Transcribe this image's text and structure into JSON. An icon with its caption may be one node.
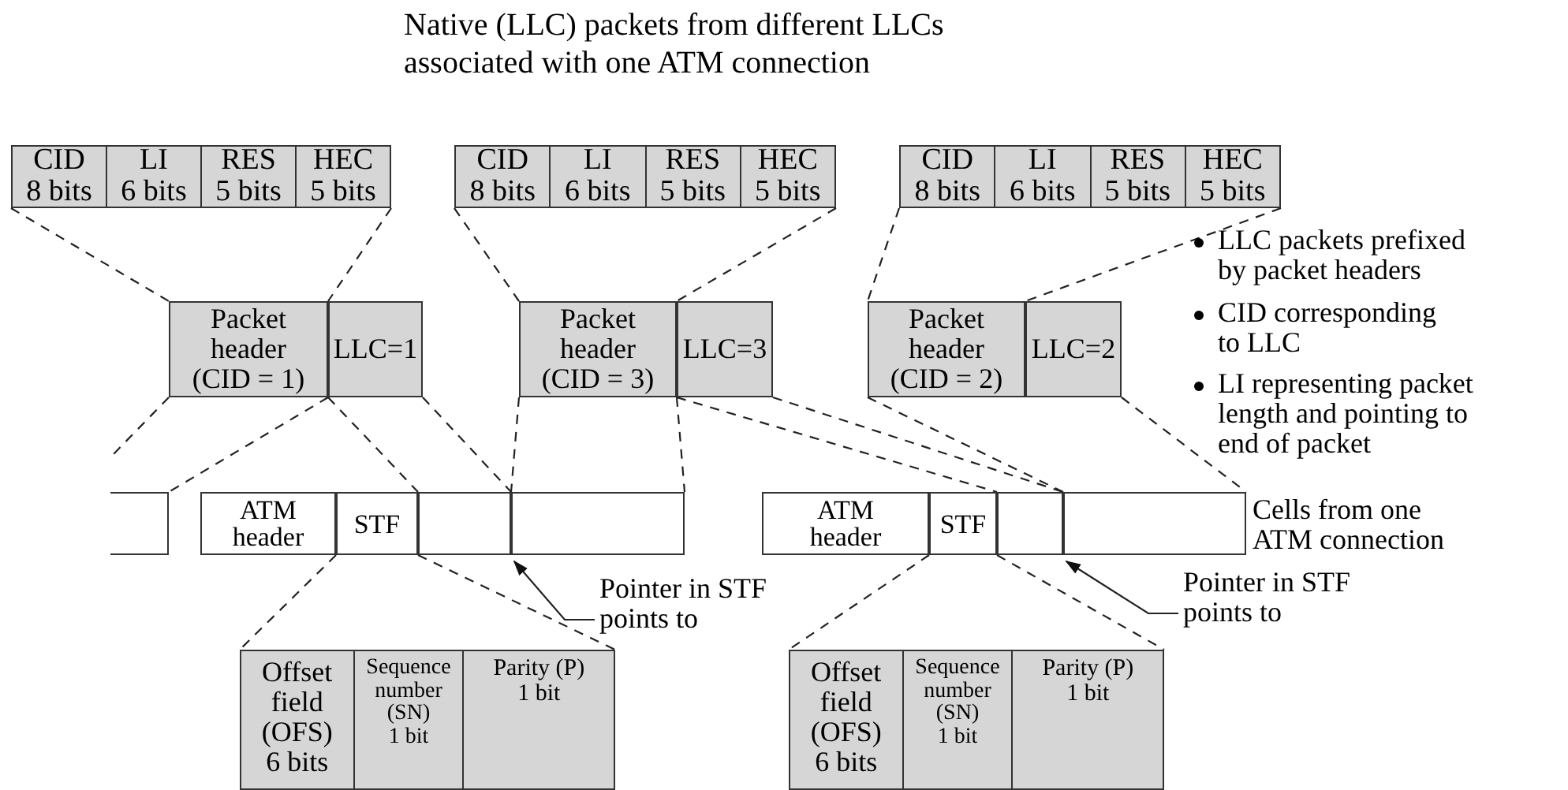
{
  "diagram": {
    "title": "Native (LLC) packets from different LLCs associated with one ATM connection",
    "nodes": [
      {
        "text": [],
        "shape": "box"
      },
      {
        "text": [
          "CID",
          "8 bits"
        ],
        "in": 0
      },
      {
        "text": [
          "LI",
          "6 bits"
        ],
        "in": 0
      },
      {
        "text": [
          "RES",
          "5 bits"
        ],
        "in": 0
      },
      {
        "text": [
          "HEC",
          "5 bits"
        ],
        "in": 0
      },
      {
        "text": [],
        "shape": "box"
      },
      {
        "text": [
          "CID",
          "8 bits"
        ],
        "in": 5
      },
      {
        "text": [
          "LI",
          "6 bits"
        ],
        "in": 5
      },
      {
        "text": [
          "RES",
          "5 bits"
        ],
        "in": 5
      },
      {
        "text": [
          "HEC",
          "5 bits"
        ],
        "in": 5
      },
      {
        "text": [],
        "shape": "box"
      },
      {
        "text": [
          "CID",
          "8 bits"
        ],
        "in": 10
      },
      {
        "text": [
          "LI",
          "6 bits"
        ],
        "in": 10
      },
      {
        "text": [
          "RES",
          "5 bits"
        ],
        "in": 10
      },
      {
        "text": [
          "HEC",
          "5 bits"
        ],
        "in": 10
      },
      {
        "text": [
          "Packet header (CID = 1)"
        ]
      },
      {
        "text": [
          "LLC=1"
        ]
      },
      {
        "text": [
          "Packet header (CID = 3)"
        ]
      },
      {
        "text": [
          "LLC=3"
        ]
      },
      {
        "text": [
          "Packet header (CID = 2)"
        ]
      },
      {
        "text": [
          "LLC=2"
        ]
      },
      {
        "text": [],
        "shape": "box"
      },
      {
        "text": [
          "ATM header"
        ]
      },
      {
        "text": [
          "STF"
        ]
      },
      {
        "text": [],
        "shape": "box"
      },
      {
        "text": [],
        "shape": "box"
      },
      {
        "text": [
          "ATM header"
        ]
      },
      {
        "text": [
          "STF"
        ]
      },
      {
        "text": [],
        "shape": "box"
      },
      {
        "text": [],
        "shape": "box",
        "beside": [
          "Cells from one ATM connection"
        ]
      },
      {
        "text": [
          "Pointer in STF points to"
        ]
      },
      {
        "text": [
          "Pointer in STF points to"
        ]
      },
      {
        "text": [],
        "shape": "box"
      },
      {
        "text": [
          "Offset field (OFS)",
          "6 bits"
        ],
        "in": 32
      },
      {
        "text": [
          "Sequence number (SN)",
          "1 bit"
        ],
        "in": 32
      },
      {
        "text": [
          "Parity (P)",
          "1 bit"
        ],
        "in": 32
      },
      {
        "text": [],
        "shape": "box"
      },
      {
        "text": [
          "Offset field (OFS)",
          "6 bits"
        ],
        "in": 36
      },
      {
        "text": [
          "Sequence number (SN)",
          "1 bit"
        ],
        "in": 36
      },
      {
        "text": [
          "Parity (P)",
          "1 bit"
        ],
        "in": 36
      }
    ],
    "edges": [
      {
        "from": 1,
        "to": 15,
        "arrow": "none",
        "style": "dashed"
      },
      {
        "from": 4,
        "to": 15,
        "arrow": "none",
        "style": "dashed"
      },
      {
        "from": 6,
        "to": 17,
        "arrow": "none",
        "style": "dashed"
      },
      {
        "from": 9,
        "to": 17,
        "arrow": "none",
        "style": "dashed"
      },
      {
        "from": 11,
        "to": 19,
        "arrow": "none",
        "style": "dashed"
      },
      {
        "from": 14,
        "to": 19,
        "arrow": "none",
        "style": "dashed"
      },
      {
        "from": 15,
        "to": null,
        "arrow": "none",
        "style": "dashed"
      },
      {
        "from": 15,
        "to": 21,
        "arrow": "none",
        "style": "dashed"
      },
      {
        "from": 16,
        "to": 24,
        "arrow": "none",
        "style": "dashed"
      },
      {
        "from": 16,
        "to": 24,
        "arrow": "none",
        "style": "dashed"
      },
      {
        "from": 17,
        "to": 25,
        "arrow": "none",
        "style": "dashed"
      },
      {
        "from": 17,
        "to": 25,
        "arrow": "none",
        "style": "dashed"
      },
      {
        "from": 18,
        "to": 28,
        "arrow": "none",
        "style": "dashed"
      },
      {
        "from": 18,
        "to": 28,
        "arrow": "none",
        "style": "dashed"
      },
      {
        "from": 19,
        "to": 29,
        "arrow": "none",
        "style": "dashed"
      },
      {
        "from": 20,
        "to": 29,
        "arrow": "none",
        "style": "dashed"
      },
      {
        "from": 23,
        "to": 32,
        "arrow": "none",
        "style": "dashed"
      },
      {
        "from": 23,
        "to": 32,
        "arrow": "none",
        "style": "dashed"
      },
      {
        "from": 27,
        "to": 36,
        "arrow": "none",
        "style": "dashed"
      },
      {
        "from": 27,
        "to": 36,
        "arrow": "none",
        "style": "dashed"
      },
      {
        "from": 30,
        "to": 25,
        "arrow": "to"
      },
      {
        "from": 31,
        "to": 29,
        "arrow": "to"
      }
    ],
    "labels": [
      "LLC packets prefixed by packet headers",
      "CID corresponding to LLC",
      "LI representing packet length and pointing to end of packet"
    ]
  }
}
